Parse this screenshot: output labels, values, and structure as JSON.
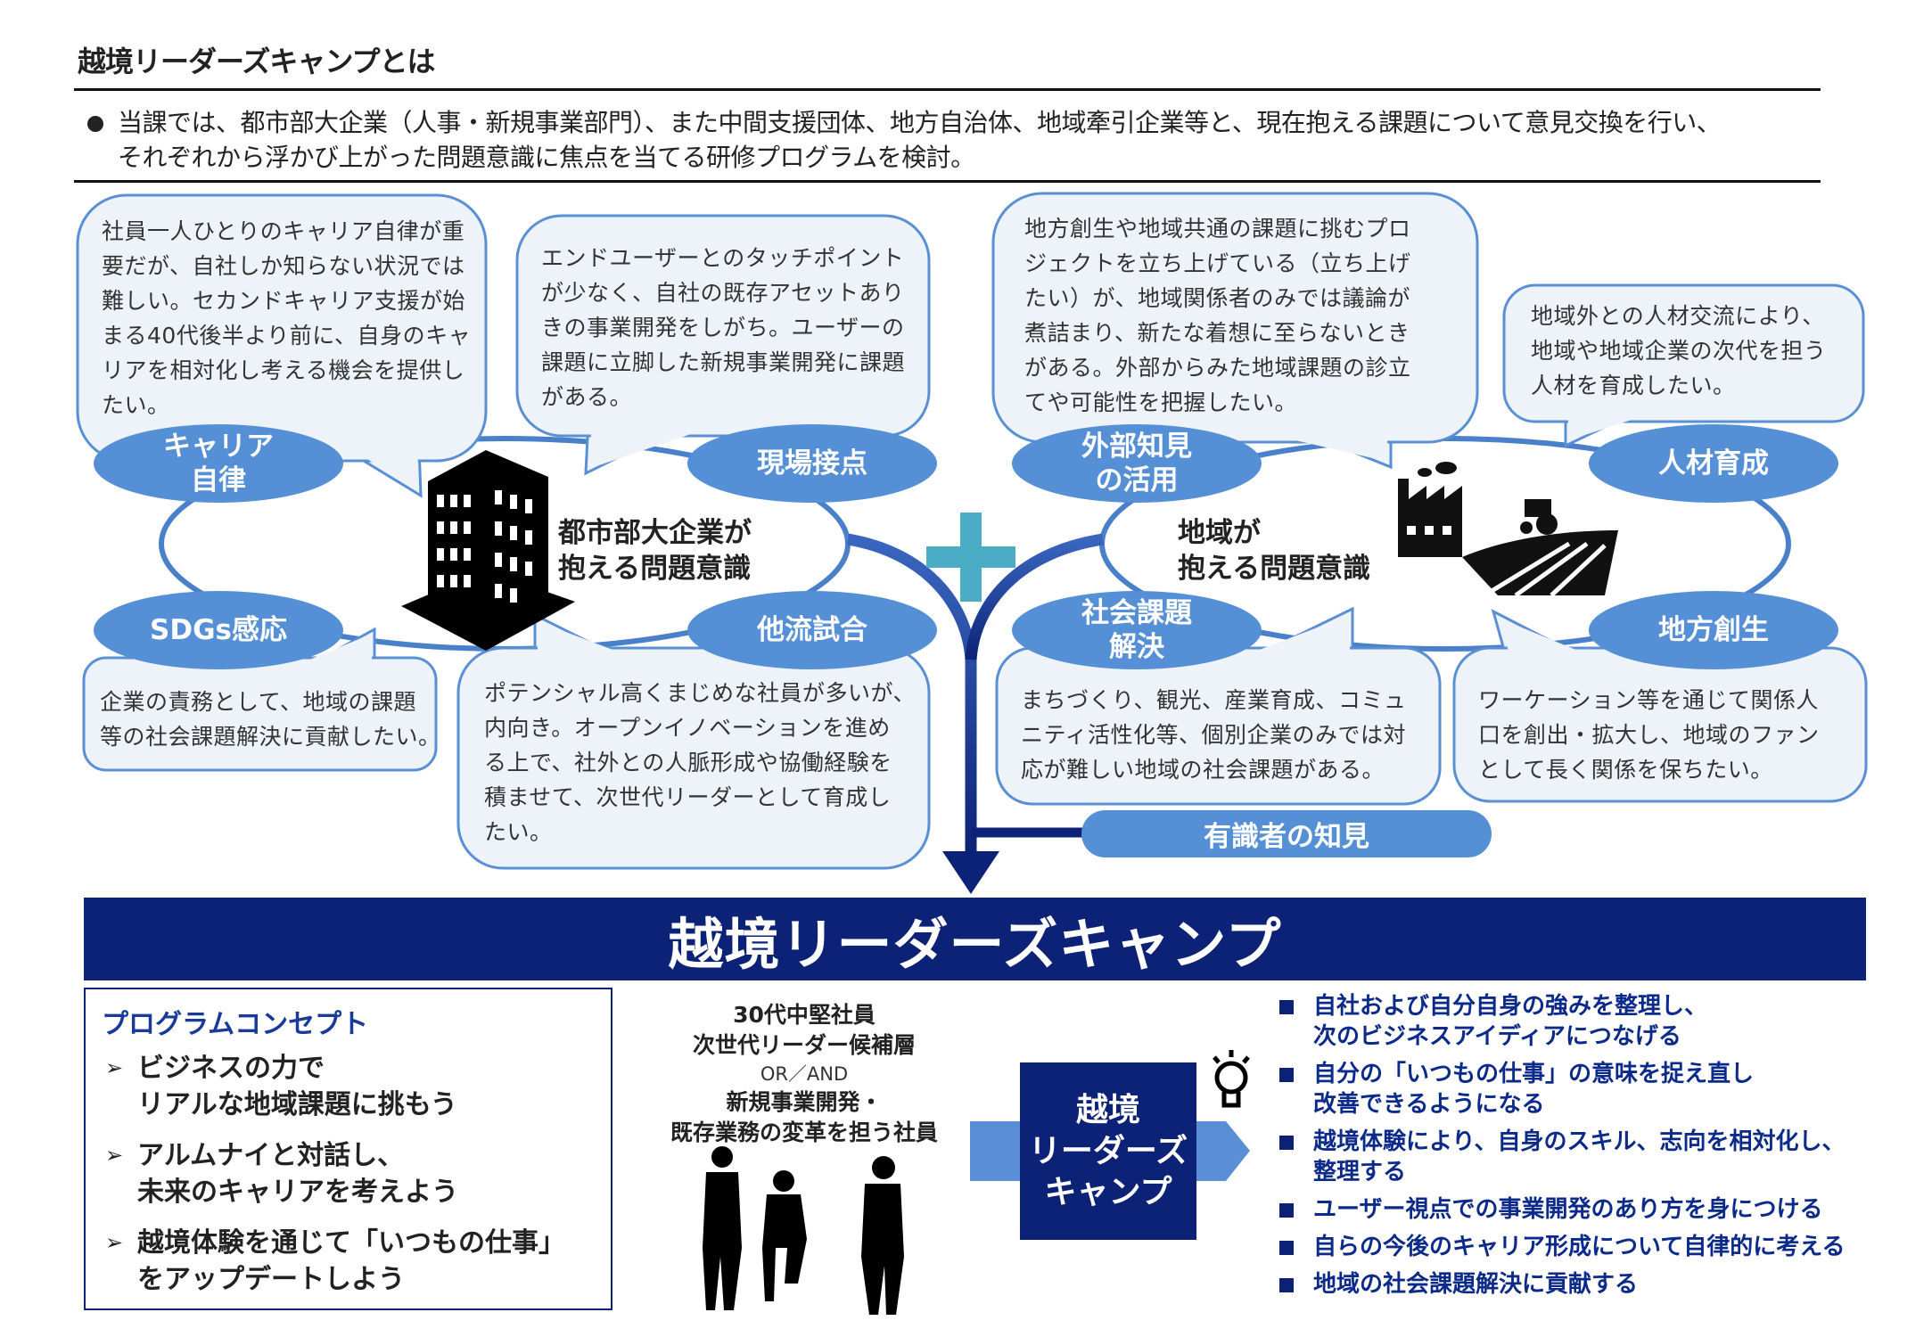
{
  "header": {
    "title": "越境リーダーズキャンプとは",
    "intro_lines": [
      "当課では、都市部大企業（人事・新規事業部門）、また中間支援団体、地方自治体、地域牽引企業等と、現在抱える課題について意見交換を行い、",
      "それぞれから浮かび上がった問題意識に焦点を当てる研修プログラムを検討。"
    ]
  },
  "urban": {
    "center_label": "都市部大企業が\n抱える問題意識",
    "bubbles": [
      {
        "label": "キャリア\n自律",
        "lines": [
          "社員一人ひとりのキャリア自律が重",
          "要だが、自社しか知らない状況では",
          "難しい。セカンドキャリア支援が始",
          "まる40代後半より前に、自身のキャ",
          "リアを相対化し考える機会を提供し",
          "たい。"
        ]
      },
      {
        "label": "現場接点",
        "lines": [
          "エンドユーザーとのタッチポイント",
          "が少なく、自社の既存アセットあり",
          "きの事業開発をしがち。ユーザーの",
          "課題に立脚した新規事業開発に課題",
          "がある。"
        ]
      },
      {
        "label": "SDGs感応",
        "lines": [
          "企業の責務として、地域の課題",
          "等の社会課題解決に貢献したい。"
        ]
      },
      {
        "label": "他流試合",
        "lines": [
          "ポテンシャル高くまじめな社員が多いが、",
          "内向き。オープンイノベーションを進め",
          "る上で、社外との人脈形成や協働経験を",
          "積ませて、次世代リーダーとして育成し",
          "たい。"
        ]
      }
    ]
  },
  "regional": {
    "center_label": "地域が\n抱える問題意識",
    "bubbles": [
      {
        "label": "外部知見\nの活用",
        "lines": [
          "地方創生や地域共通の課題に挑むプロ",
          "ジェクトを立ち上げている（立ち上げ",
          "たい）が、地域関係者のみでは議論が",
          "煮詰まり、新たな着想に至らないとき",
          "がある。外部からみた地域課題の診立",
          "てや可能性を把握したい。"
        ]
      },
      {
        "label": "人材育成",
        "lines": [
          "地域外との人材交流により、",
          "地域や地域企業の次代を担う",
          "人材を育成したい。"
        ]
      },
      {
        "label": "社会課題\n解決",
        "lines": [
          "まちづくり、観光、産業育成、コミュ",
          "ニティ活性化等、個別企業のみでは対",
          "応が難しい地域の社会課題がある。"
        ]
      },
      {
        "label": "地方創生",
        "lines": [
          "ワーケーション等を通じて関係人",
          "口を創出・拡大し、地域のファン",
          "として長く関係を保ちたい。"
        ]
      }
    ]
  },
  "expert_label": "有識者の知見",
  "banner_title": "越境リーダーズキャンプ",
  "concept": {
    "title": "プログラムコンセプト",
    "items": [
      [
        "ビジネスの力で",
        "リアルな地域課題に挑もう"
      ],
      [
        "アルムナイと対話し、",
        "未来のキャリアを考えよう"
      ],
      [
        "越境体験を通じて「いつもの仕事」",
        "をアップデートしよう"
      ]
    ]
  },
  "target": {
    "lines": [
      "30代中堅社員",
      "次世代リーダー候補層"
    ],
    "or_and": "OR／AND",
    "lines2": [
      "新規事業開発・",
      "既存業務の変革を担う社員"
    ]
  },
  "program_box": "越境\nリーダーズ\nキャンプ",
  "outcomes": [
    [
      "自社および自分自身の強みを整理し、",
      "次のビジネスアイディアにつなげる"
    ],
    [
      "自分の「いつもの仕事」の意味を捉え直し",
      "改善できるようになる"
    ],
    [
      "越境体験により、自身のスキル、志向を相対化し、",
      "整理する"
    ],
    [
      "ユーザー視点での事業開発のあり方を身につける"
    ],
    [
      "自らの今後のキャリア形成について自律的に考える"
    ],
    [
      "地域の社会課題解決に貢献する"
    ]
  ],
  "colors": {
    "navy": "#0c2276",
    "oval": "#5590d6",
    "bubble_fill": "#eef3fa",
    "bubble_stroke": "#5b8fd4",
    "plus": "#4bacc6"
  }
}
